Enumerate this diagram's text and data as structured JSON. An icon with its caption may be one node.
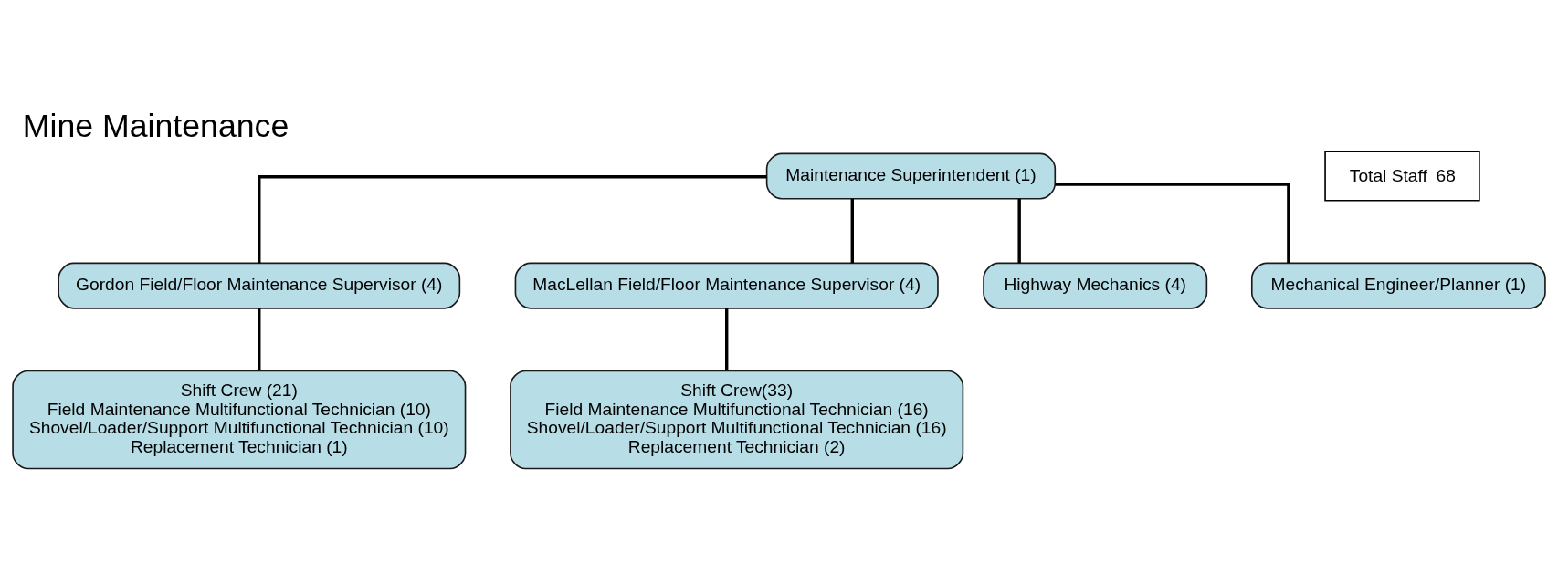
{
  "diagram": {
    "title": "Mine Maintenance",
    "nodes": [
      {
        "text": [
          "Maintenance Superintendent (1)"
        ]
      },
      {
        "text": [
          "Gordon Field/Floor Maintenance Supervisor (4)"
        ]
      },
      {
        "text": [
          "MacLellan Field/Floor Maintenance Supervisor (4)"
        ]
      },
      {
        "text": [
          "Highway Mechanics (4)"
        ]
      },
      {
        "text": [
          "Mechanical Engineer/Planner (1)"
        ]
      },
      {
        "text": [
          "Shift Crew (21)",
          "Field Maintenance Multifunctional Technician (10)",
          "Shovel/Loader/Support Multifunctional Technician (10)",
          "Replacement Technician (1)"
        ]
      },
      {
        "text": [
          "Shift Crew(33)",
          "Field Maintenance Multifunctional Technician (16)",
          "Shovel/Loader/Support Multifunctional Technician (16)",
          "Replacement Technician (2)"
        ]
      },
      {
        "text": [
          "Total Staff",
          "68"
        ]
      }
    ],
    "edges": [
      {
        "from": 0,
        "to": 1,
        "arrow": "none"
      },
      {
        "from": 0,
        "to": 2,
        "arrow": "none"
      },
      {
        "from": 0,
        "to": 3,
        "arrow": "none"
      },
      {
        "from": 0,
        "to": 4,
        "arrow": "none"
      },
      {
        "from": 1,
        "to": 5,
        "arrow": "none"
      },
      {
        "from": 2,
        "to": 6,
        "arrow": "none"
      }
    ]
  }
}
